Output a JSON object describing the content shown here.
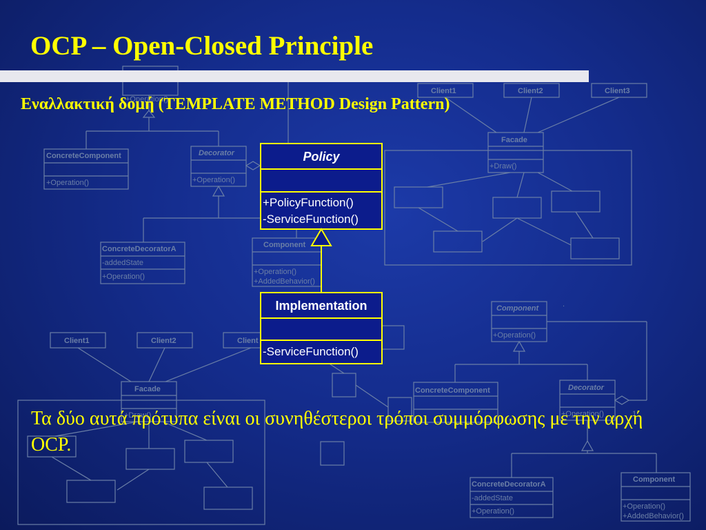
{
  "slide": {
    "title": "OCP – Open-Closed Principle",
    "subtitle_greek": "Εναλλακτική δομή",
    "subtitle_pattern": "(TEMPLATE METHOD Design Pattern)",
    "body_text": "Τα δύο αυτά πρότυπα είναι οι συνηθέστεροι τρόποι συμμόρφωσης με την αρχή OCP.",
    "colors": {
      "background": "#142c8c",
      "text": "#ffff00",
      "title_bar": "#e8e8ee",
      "faded_diagram": "#6b7fa6",
      "uml_box_border": "#ffff00",
      "uml_box_fill": "#0c1c8c"
    }
  },
  "main_diagram": {
    "policy": {
      "name": "Policy",
      "operations": [
        "+PolicyFunction()",
        "-ServiceFunction()"
      ]
    },
    "implementation": {
      "name": "Implementation",
      "operations": [
        "-ServiceFunction()"
      ]
    }
  },
  "background_diagrams": {
    "decorator_top": {
      "concrete_component": {
        "name": "ConcreteComponent",
        "op": "+Operation()"
      },
      "decorator": {
        "name": "Decorator",
        "op": "+Operation()"
      },
      "concrete_decorator": {
        "name": "ConcreteDecoratorA",
        "attr": "-addedState",
        "op": "+Operation()"
      },
      "component": {
        "name": "Component",
        "ops": [
          "+Operation()",
          "+AddedBehavior()"
        ]
      },
      "top_box_op": "+Operation()"
    },
    "facade_top": {
      "clients": [
        "Client1",
        "Client2",
        "Client3"
      ],
      "facade": {
        "name": "Facade",
        "op": "+Draw()"
      }
    },
    "facade_bottom": {
      "clients": [
        "Client1",
        "Client2",
        "Client"
      ],
      "facade": {
        "name": "Facade",
        "op": "+Draw()"
      }
    },
    "decorator_bottom": {
      "component": {
        "name": "Component",
        "op": "+Operation()"
      },
      "concrete_component": {
        "name": "ConcreteComponent"
      },
      "decorator": {
        "name": "Decorator",
        "op": "+Operation()"
      },
      "concrete_decorator": {
        "name": "ConcreteDecoratorA",
        "attr": "-addedState",
        "op": "+Operation()"
      },
      "component2": {
        "name": "Component",
        "ops": [
          "+Operation()",
          "+AddedBehavior()"
        ]
      },
      "multiplicity": "1",
      "dot": "."
    }
  }
}
